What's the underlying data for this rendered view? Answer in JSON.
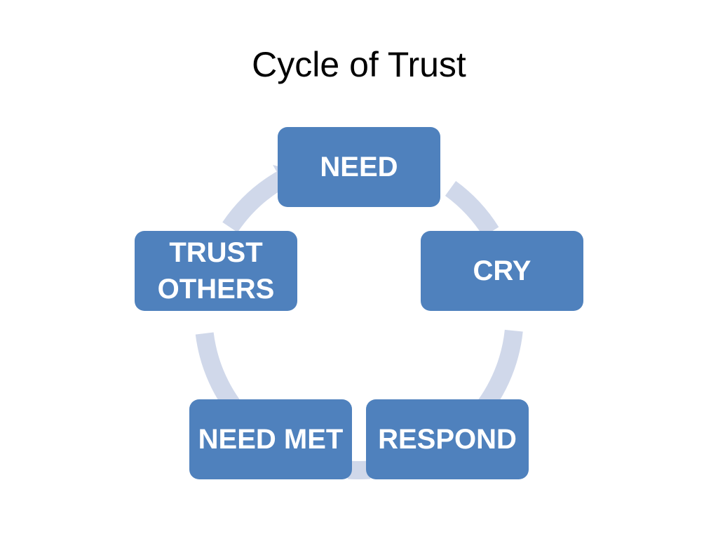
{
  "title": "Cycle of Trust",
  "colors": {
    "node_fill": "#4F81BD",
    "arrow": "#D0D8EA",
    "text": "#FFFFFF"
  },
  "cycle": {
    "nodes": [
      {
        "id": "need",
        "label": "NEED"
      },
      {
        "id": "cry",
        "label": "CRY"
      },
      {
        "id": "respond",
        "label": "RESPOND"
      },
      {
        "id": "need-met",
        "label": "NEED MET"
      },
      {
        "id": "trust-others",
        "label": "TRUST OTHERS"
      }
    ]
  }
}
